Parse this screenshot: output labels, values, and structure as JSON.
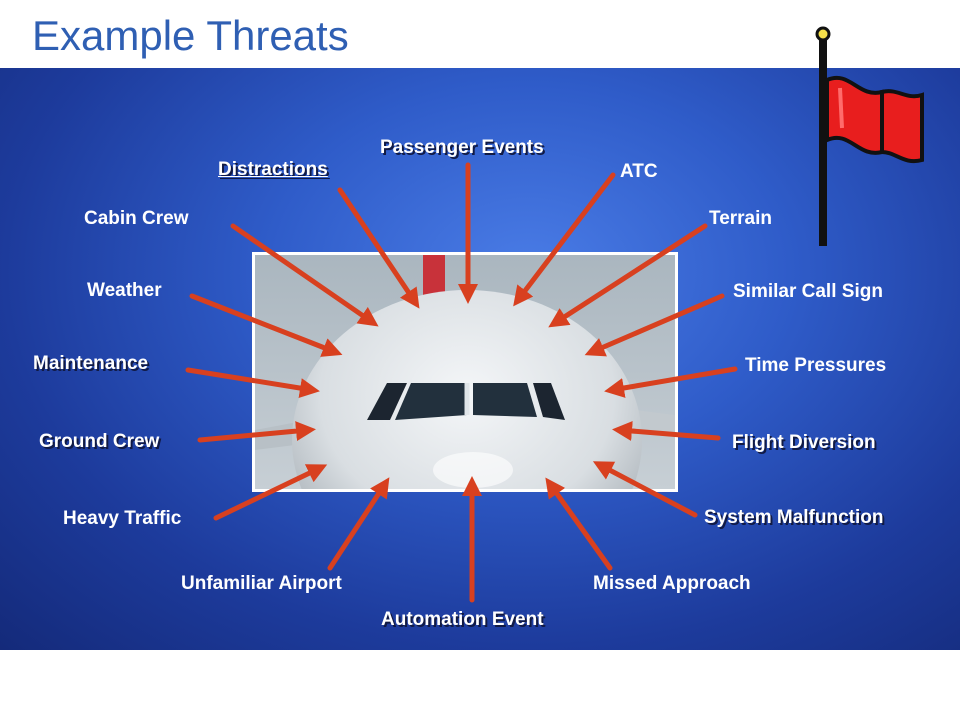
{
  "slide": {
    "title": "Example Threats"
  },
  "labels": {
    "passenger_events": "Passenger Events",
    "distractions": "Distractions",
    "atc": "ATC",
    "cabin_crew": "Cabin Crew",
    "terrain": "Terrain",
    "weather": "Weather",
    "similar_call_sign": "Similar Call Sign",
    "maintenance": "Maintenance",
    "time_pressures": "Time Pressures",
    "ground_crew": "Ground Crew",
    "flight_diversion": "Flight Diversion",
    "heavy_traffic": "Heavy Traffic",
    "system_malfunction": "System Malfunction",
    "unfamiliar_airport": "Unfamiliar Airport",
    "missed_approach": "Missed Approach",
    "automation_event": "Automation Event"
  },
  "colors": {
    "title": "#2f5fb3",
    "arrow": "#d8401f",
    "flag": "#e81e1e",
    "panel": "#2a52c0"
  },
  "icons": {
    "flag": "red-flag-icon",
    "photo": "airplane-nose-photo"
  }
}
